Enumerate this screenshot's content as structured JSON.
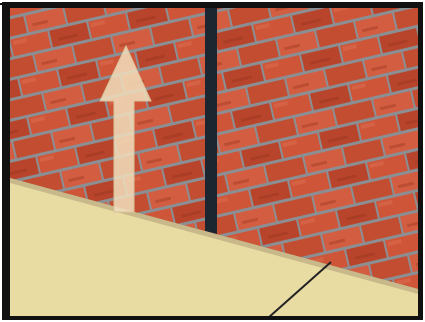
{
  "illustration": {
    "description_items": [
      "brick-wall",
      "expansion-joint",
      "floor-slab",
      "upward-arrow"
    ],
    "colors": {
      "frame": "#111111",
      "brick_light": "#d0563a",
      "brick_dark": "#a83a22",
      "mortar": "#8b8f94",
      "joint": "#1c2630",
      "floor": "#e8dca3",
      "floor_edge": "#c9b98a",
      "arrow_fill": "#f1dfbd",
      "arrow_edge": "#d9c29a"
    }
  }
}
